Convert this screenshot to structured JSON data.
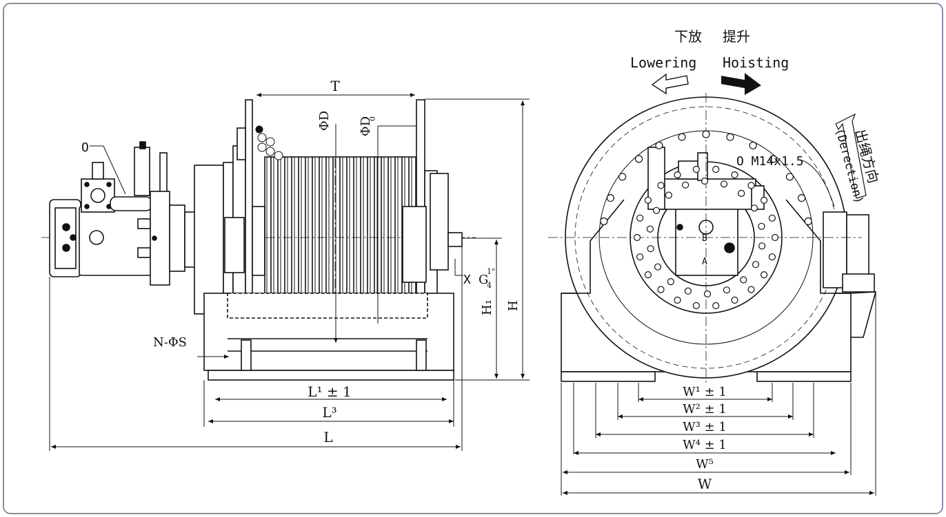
{
  "colors": {
    "ink": "#111111",
    "frame": "#8a8fa8",
    "fill": "#ffffff"
  },
  "direction": {
    "lowering_cn": "下放",
    "lowering_en": "Lowering",
    "hoisting_cn": "提升",
    "hoisting_en": "Hoisting",
    "rope_cn": "出绳方向",
    "rope_en": "(Derection)"
  },
  "side_view": {
    "T": "T",
    "phiD": "ΦD",
    "phiD0": "ΦD",
    "phiD0_sub": "0",
    "O": "O",
    "X": "X",
    "G": "G",
    "G_sup": "1\"",
    "G_sub": "4",
    "H1": "H₁",
    "H": "H",
    "NphiS": "N-ΦS",
    "L1": "L¹ ± 1",
    "L3": "L³",
    "L": "L"
  },
  "end_view": {
    "thread": "O M14x1.5",
    "B": "B",
    "A": "A",
    "W1": "W¹ ± 1",
    "W2": "W² ± 1",
    "W3": "W³ ± 1",
    "W4": "W⁴ ± 1",
    "W5": "W⁵",
    "W": "W"
  }
}
